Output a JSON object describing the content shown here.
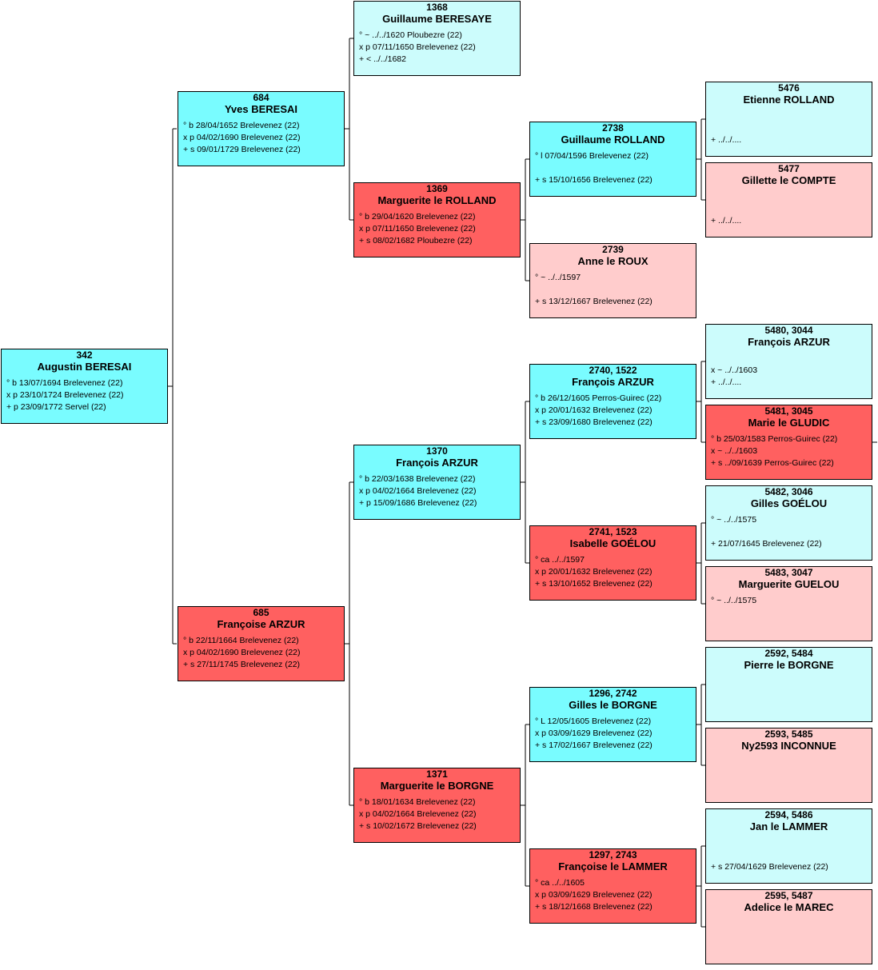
{
  "colors": {
    "male": "#79fcff",
    "female": "#ff6060",
    "male_light": "#ccfcfc",
    "female_light": "#ffcccc",
    "line": "#000000"
  },
  "persons": {
    "p342": {
      "sosa": "342",
      "name": "Augustin BERESAI",
      "events": [
        "° b 13/07/1694 Brelevenez (22)",
        "x p 23/10/1724 Brelevenez (22)",
        "+ p 23/09/1772 Servel (22)"
      ]
    },
    "p684": {
      "sosa": "684",
      "name": "Yves BERESAI",
      "events": [
        "° b 28/04/1652 Brelevenez (22)",
        "x p 04/02/1690 Brelevenez (22)",
        "+ s 09/01/1729 Brelevenez (22)"
      ]
    },
    "p685": {
      "sosa": "685",
      "name": "Françoise ARZUR",
      "events": [
        "° b 22/11/1664 Brelevenez (22)",
        "x p 04/02/1690 Brelevenez (22)",
        "+ s 27/11/1745 Brelevenez (22)"
      ]
    },
    "p1368": {
      "sosa": "1368",
      "name": "Guillaume BERESAYE",
      "events": [
        "° ~ ../../1620 Ploubezre (22)",
        "x p 07/11/1650 Brelevenez (22)",
        "+ < ../../1682"
      ]
    },
    "p1369": {
      "sosa": "1369",
      "name": "Marguerite le ROLLAND",
      "events": [
        "° b 29/04/1620 Brelevenez (22)",
        "x p 07/11/1650 Brelevenez (22)",
        "+ s 08/02/1682 Ploubezre (22)"
      ]
    },
    "p1370": {
      "sosa": "1370",
      "name": "François ARZUR",
      "events": [
        "° b 22/03/1638 Brelevenez (22)",
        "x p 04/02/1664 Brelevenez (22)",
        "+ p 15/09/1686 Brelevenez (22)"
      ]
    },
    "p1371": {
      "sosa": "1371",
      "name": "Marguerite le BORGNE",
      "events": [
        "° b 18/01/1634 Brelevenez (22)",
        "x p 04/02/1664 Brelevenez (22)",
        "+ s 10/02/1672 Brelevenez (22)"
      ]
    },
    "p2738": {
      "sosa": "2738",
      "name": "Guillaume ROLLAND",
      "events": [
        "° l 07/04/1596 Brelevenez (22)",
        "",
        "+ s 15/10/1656 Brelevenez (22)"
      ]
    },
    "p2739": {
      "sosa": "2739",
      "name": "Anne le ROUX",
      "events": [
        "° ~ ../../1597",
        "",
        "+ s 13/12/1667 Brelevenez (22)"
      ]
    },
    "p2740": {
      "sosa": "2740, 1522",
      "name": "François ARZUR",
      "events": [
        "° b 26/12/1605 Perros-Guirec (22)",
        "x p 20/01/1632 Brelevenez (22)",
        "+ s 23/09/1680 Brelevenez (22)"
      ]
    },
    "p2741": {
      "sosa": "2741, 1523",
      "name": "Isabelle GOÉLOU",
      "events": [
        "° ca ../../1597",
        "x p 20/01/1632 Brelevenez (22)",
        "+ s 13/10/1652 Brelevenez (22)"
      ]
    },
    "p2742": {
      "sosa": "1296, 2742",
      "name": "Gilles le BORGNE",
      "events": [
        "° L 12/05/1605 Brelevenez (22)",
        "x p 03/09/1629 Brelevenez (22)",
        "+ s 17/02/1667 Brelevenez (22)"
      ]
    },
    "p2743": {
      "sosa": "1297, 2743",
      "name": "Françoise le LAMMER",
      "events": [
        "° ca ../../1605",
        "x p 03/09/1629 Brelevenez (22)",
        "+ s 18/12/1668 Brelevenez (22)"
      ]
    },
    "p5476": {
      "sosa": "5476",
      "name": "Etienne ROLLAND",
      "events": [
        "",
        "",
        "+ ../../...."
      ]
    },
    "p5477": {
      "sosa": "5477",
      "name": "Gillette le COMPTE",
      "events": [
        "",
        "",
        "+ ../../...."
      ]
    },
    "p5480": {
      "sosa": "5480, 3044",
      "name": "François ARZUR",
      "events": [
        "",
        "x ~ ../../1603",
        "+ ../../...."
      ]
    },
    "p5481": {
      "sosa": "5481, 3045",
      "name": "Marie le GLUDIC",
      "events": [
        "° b 25/03/1583 Perros-Guirec (22)",
        "x ~ ../../1603",
        "+ s ../09/1639 Perros-Guirec (22)"
      ]
    },
    "p5482": {
      "sosa": "5482, 3046",
      "name": "Gilles GOÉLOU",
      "events": [
        "° ~ ../../1575",
        "",
        "+ 21/07/1645 Brelevenez (22)"
      ]
    },
    "p5483": {
      "sosa": "5483, 3047",
      "name": "Marguerite GUELOU",
      "events": [
        "° ~ ../../1575",
        "",
        ""
      ]
    },
    "p5484": {
      "sosa": "2592, 5484",
      "name": "Pierre le BORGNE",
      "events": [
        "",
        "",
        ""
      ]
    },
    "p5485": {
      "sosa": "2593, 5485",
      "name": "Ny2593 INCONNUE",
      "events": [
        "",
        "",
        ""
      ]
    },
    "p5486": {
      "sosa": "2594, 5486",
      "name": "Jan le LAMMER",
      "events": [
        "",
        "",
        "+ s 27/04/1629 Brelevenez (22)"
      ]
    },
    "p5487": {
      "sosa": "2595, 5487",
      "name": "Adelice le MAREC",
      "events": [
        "",
        "",
        ""
      ]
    }
  }
}
